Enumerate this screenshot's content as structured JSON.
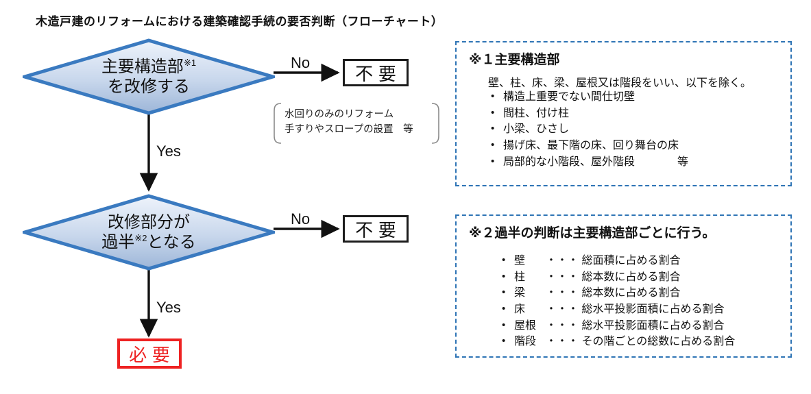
{
  "title": "木造戸建のリフォームにおける建築確認手続の要否判断（フローチャート）",
  "flow": {
    "decision1": {
      "line1": "主要構造部",
      "sup1": "※1",
      "line2": "を改修する"
    },
    "decision2": {
      "line1": "改修部分が",
      "line2a": "過半",
      "sup2": "※2",
      "line2b": "となる"
    },
    "labels": {
      "no1": "No",
      "no2": "No",
      "yes1": "Yes",
      "yes2": "Yes"
    },
    "result_no1": "不要",
    "result_no2": "不要",
    "result_yes": "必要"
  },
  "bracket_note": {
    "line1": "水回りのみのリフォーム",
    "line2": "手すりやスロープの設置　等"
  },
  "panel1": {
    "heading": "※１主要構造部",
    "lead": "壁、柱、床、梁、屋根又は階段をいい、以下を除く。",
    "items": [
      "構造上重要でない間仕切壁",
      "間柱、付け柱",
      "小梁、ひさし",
      "揚げ床、最下階の床、回り舞台の床",
      "局部的な小階段、屋外階段"
    ],
    "trailing": "等"
  },
  "panel2": {
    "heading": "※２過半の判断は主要構造部ごとに行う。",
    "rows": [
      {
        "term": "壁",
        "dots": "・・・",
        "desc": "総面積に占める割合"
      },
      {
        "term": "柱",
        "dots": "・・・",
        "desc": "総本数に占める割合"
      },
      {
        "term": "梁",
        "dots": "・・・",
        "desc": "総本数に占める割合"
      },
      {
        "term": "床",
        "dots": "・・・",
        "desc": "総水平投影面積に占める割合"
      },
      {
        "term": "屋根",
        "dots": "・・・",
        "desc": "総水平投影面積に占める割合"
      },
      {
        "term": "階段",
        "dots": "・・・",
        "desc": "その階ごとの総数に占める割合"
      }
    ]
  },
  "colors": {
    "diamond_border": "#3a7ac0",
    "diamond_fill_top": "#e8eef8",
    "diamond_fill_bottom": "#9fb7d8",
    "panel_border": "#2e74b5",
    "required_red": "#ee2222",
    "connector": "#111111"
  }
}
